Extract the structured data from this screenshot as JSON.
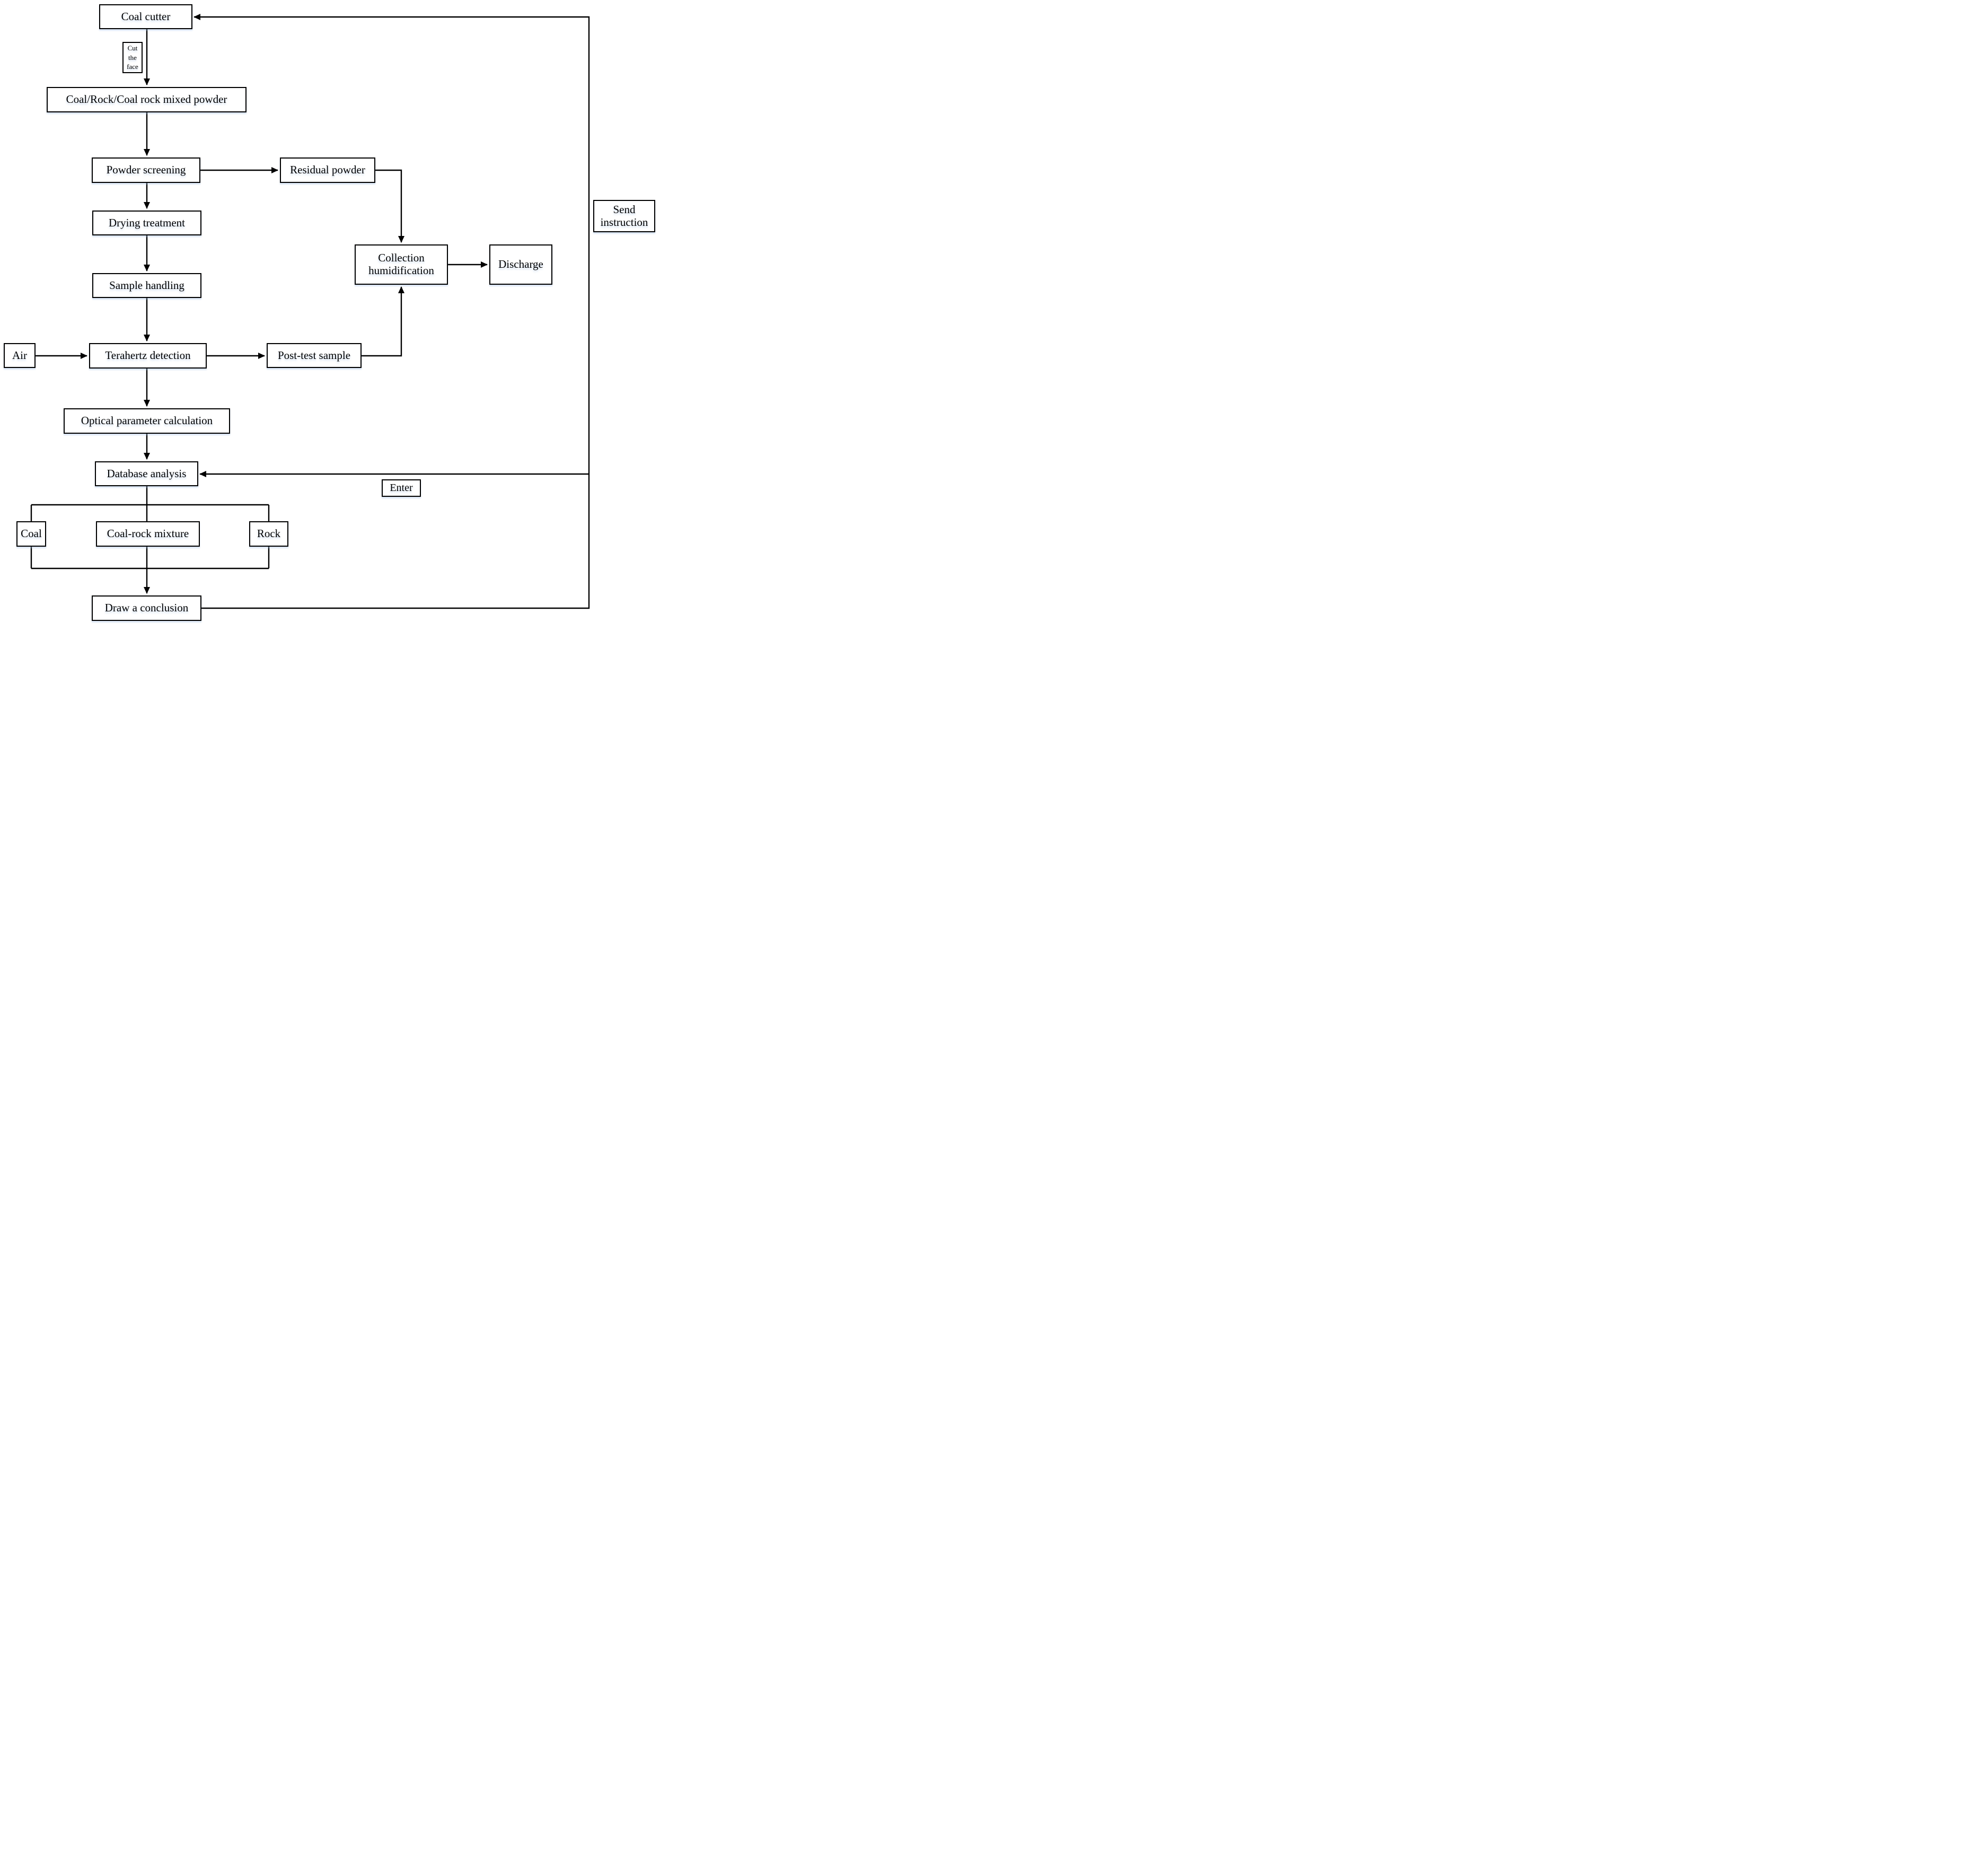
{
  "diagram": {
    "type": "flowchart",
    "colors": {
      "line": "#000000",
      "box_border": "#000000",
      "box_fill": "#ffffff",
      "background": "#ffffff",
      "text": "#000000"
    },
    "nodes": {
      "coal_cutter": {
        "label": "Coal cutter"
      },
      "cut_the_face": {
        "label": "Cut the face"
      },
      "mixed_powder": {
        "label": "Coal/Rock/Coal rock mixed powder"
      },
      "powder_screening": {
        "label": "Powder screening"
      },
      "residual_powder": {
        "label": "Residual powder"
      },
      "drying_treatment": {
        "label": "Drying treatment"
      },
      "sample_handling": {
        "label": "Sample handling"
      },
      "air": {
        "label": "Air"
      },
      "terahertz_detection": {
        "label": "Terahertz detection"
      },
      "post_test_sample": {
        "label": "Post-test sample"
      },
      "collection_humidification": {
        "label": "Collection humidification"
      },
      "discharge": {
        "label": "Discharge"
      },
      "send_instruction": {
        "label": "Send instruction"
      },
      "optical_parameter_calculation": {
        "label": "Optical parameter calculation"
      },
      "database_analysis": {
        "label": "Database analysis"
      },
      "enter": {
        "label": "Enter"
      },
      "coal": {
        "label": "Coal"
      },
      "coal_rock_mixture": {
        "label": "Coal-rock mixture"
      },
      "rock": {
        "label": "Rock"
      },
      "draw_a_conclusion": {
        "label": "Draw a conclusion"
      }
    },
    "edges": [
      {
        "from": "coal_cutter",
        "to": "mixed_powder",
        "label": "Cut the face"
      },
      {
        "from": "mixed_powder",
        "to": "powder_screening"
      },
      {
        "from": "powder_screening",
        "to": "residual_powder"
      },
      {
        "from": "powder_screening",
        "to": "drying_treatment"
      },
      {
        "from": "drying_treatment",
        "to": "sample_handling"
      },
      {
        "from": "sample_handling",
        "to": "terahertz_detection"
      },
      {
        "from": "air",
        "to": "terahertz_detection"
      },
      {
        "from": "terahertz_detection",
        "to": "post_test_sample"
      },
      {
        "from": "terahertz_detection",
        "to": "optical_parameter_calculation"
      },
      {
        "from": "residual_powder",
        "to": "collection_humidification"
      },
      {
        "from": "post_test_sample",
        "to": "collection_humidification"
      },
      {
        "from": "collection_humidification",
        "to": "discharge"
      },
      {
        "from": "optical_parameter_calculation",
        "to": "database_analysis"
      },
      {
        "from": "database_analysis",
        "to": "coal"
      },
      {
        "from": "database_analysis",
        "to": "coal_rock_mixture"
      },
      {
        "from": "database_analysis",
        "to": "rock"
      },
      {
        "from": "coal",
        "to": "draw_a_conclusion"
      },
      {
        "from": "coal_rock_mixture",
        "to": "draw_a_conclusion"
      },
      {
        "from": "rock",
        "to": "draw_a_conclusion"
      },
      {
        "from": "draw_a_conclusion",
        "to": "database_analysis",
        "label": "Enter"
      },
      {
        "from": "draw_a_conclusion",
        "to": "coal_cutter",
        "label": "Send instruction"
      }
    ]
  }
}
